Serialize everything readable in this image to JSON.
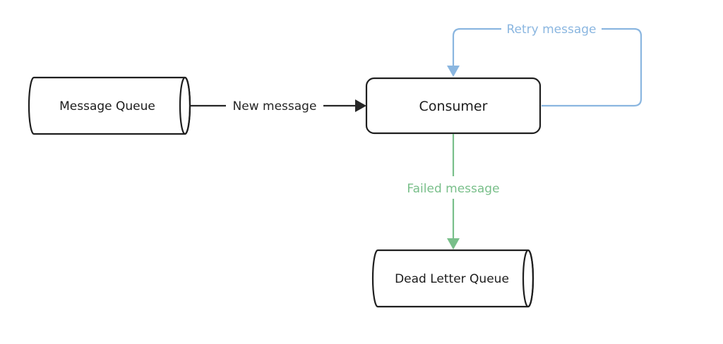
{
  "diagram": {
    "nodes": {
      "message_queue": "Message Queue",
      "consumer": "Consumer",
      "dead_letter_queue": "Dead Letter Queue"
    },
    "edges": {
      "new_message": "New message",
      "retry_message": "Retry message",
      "failed_message": "Failed message"
    },
    "colors": {
      "primary": "#262626",
      "retry": "#8ab6e0",
      "failed": "#79bf8a"
    }
  }
}
